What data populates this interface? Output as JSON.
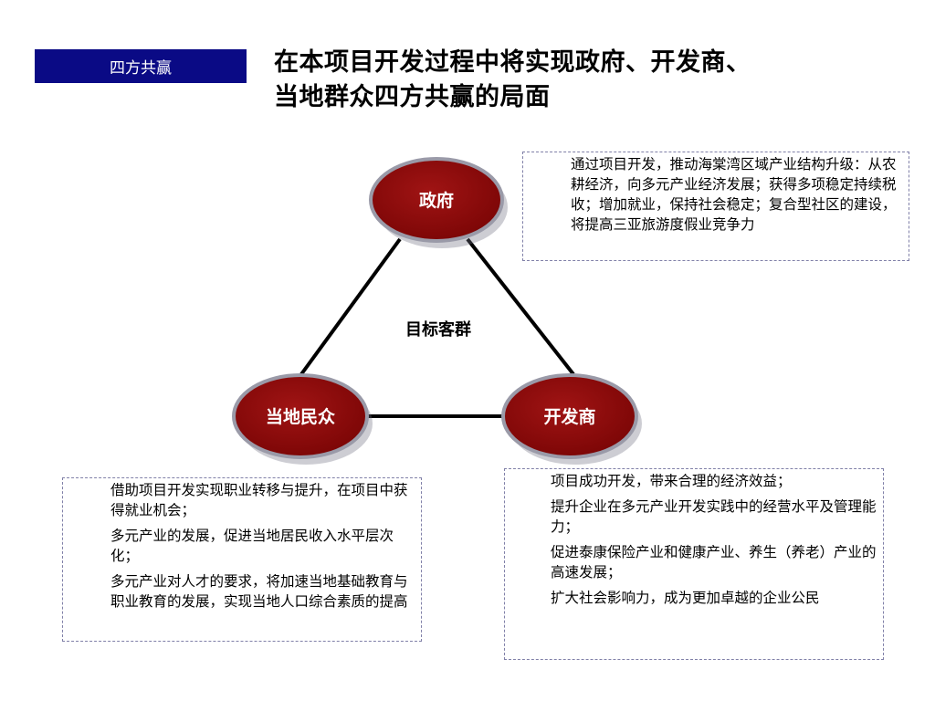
{
  "header": {
    "tag": "四方共赢",
    "title_line1": "在本项目开发过程中将实现政府、开发商、",
    "title_line2": "当地群众四方共赢的局面"
  },
  "diagram": {
    "nodes": {
      "government": "政府",
      "locals": "当地民众",
      "developer": "开发商"
    },
    "center": "目标客群",
    "colors": {
      "node_fill": "#8b0a0a",
      "node_stroke": "#9a9aa8",
      "line": "#000000"
    }
  },
  "boxes": {
    "government": [
      "通过项目开发，推动海棠湾区域产业结构升级：从农耕经济，向多元产业经济发展；获得多项稳定持续税收；增加就业，保持社会稳定；复合型社区的建设，将提高三亚旅游度假业竞争力"
    ],
    "locals": [
      "借助项目开发实现职业转移与提升，在项目中获得就业机会；",
      "多元产业的发展，促进当地居民收入水平层次化；",
      "多元产业对人才的要求，将加速当地基础教育与职业教育的发展，实现当地人口综合素质的提高"
    ],
    "developer": [
      "项目成功开发，带来合理的经济效益；",
      "提升企业在多元产业开发实践中的经营水平及管理能力；",
      "促进泰康保险产业和健康产业、养生（养老）产业的高速发展；",
      "扩大社会影响力，成为更加卓越的企业公民"
    ]
  }
}
